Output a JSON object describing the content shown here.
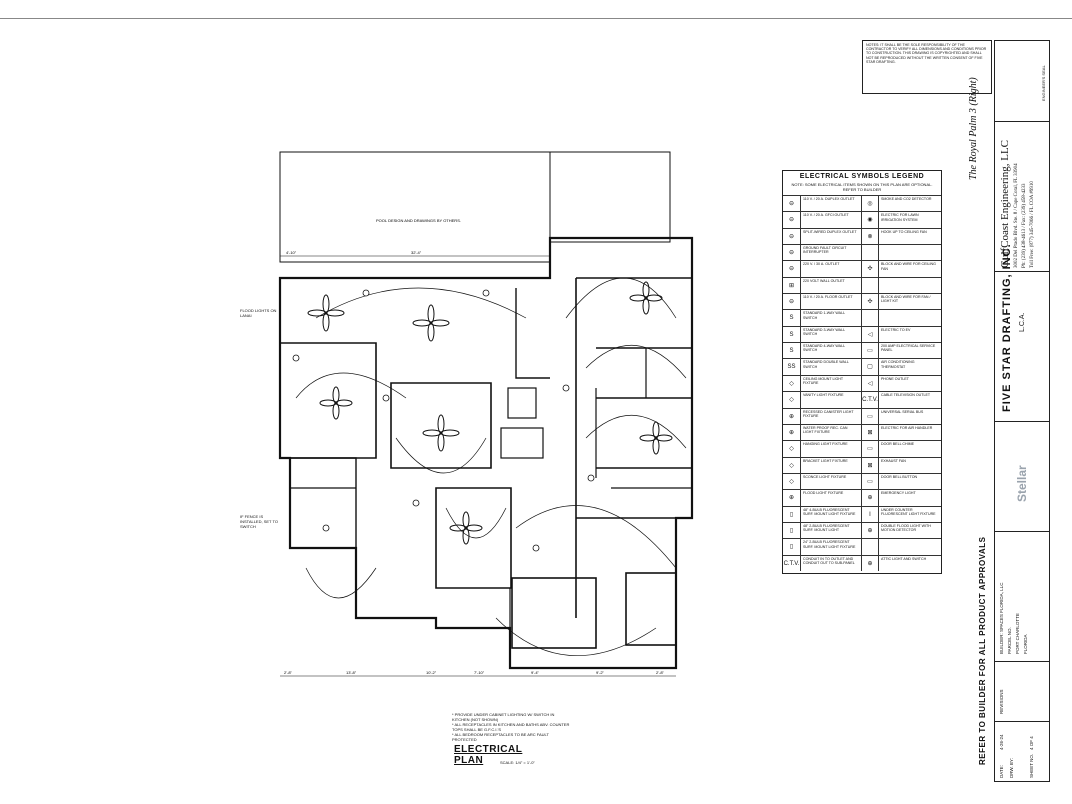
{
  "plan": {
    "title": "ELECTRICAL PLAN",
    "scale": "SCALE: 1/4\" = 1'-0\"",
    "notes": [
      "* PROVIDE UNDER CABINET LIGHTING W/ SWITCH IN KITCHEN (NOT SHOWN)",
      "* ALL RECEPTACLES IN KITCHEN AND BATHS ABV. COUNTER TOPS SHALL BE G.F.C.I.'S",
      "* ALL BEDROOM RECEPTACLES TO BE ARC FAULT PROTECTED"
    ],
    "pool_note": "POOL DESIGN AND DRAWINGS BY OTHERS.",
    "dims_top": [
      "4'-10\"",
      "32'-4\""
    ],
    "dims_bottom": [
      "2'-8\"",
      "13'-8\"",
      "10'-2\"",
      "7'-10\"",
      "9'-4\"",
      "9'-2\"",
      "2'-8\""
    ],
    "left_notes": [
      "FLOOD LIGHTS ON LANAI",
      "IF FENCE IS INSTALLED, SET TO SWITCH"
    ]
  },
  "legend": {
    "title": "ELECTRICAL SYMBOLS LEGEND",
    "note": "NOTE: SOME ELECTRICAL ITEMS SHOWN ON THIS PLAN ARE OPTIONAL. REFER TO BUILDER",
    "rows": [
      {
        "s1": "⊖",
        "t1": "110 V. / 20 A. DUPLEX OUTLET",
        "s2": "◎",
        "t2": "SMOKE AND CO2 DETECTOR"
      },
      {
        "s1": "⊖",
        "t1": "110 V. / 20 A. GFCI OUTLET",
        "s2": "◉",
        "t2": "ELECTRIC FOR LAWN IRRIGATION SYSTEM"
      },
      {
        "s1": "⊖",
        "t1": "SPLIT-WIRED DUPLEX OUTLET",
        "s2": "⊗",
        "t2": "HOOK UP TO CEILING FAN"
      },
      {
        "s1": "⊖",
        "t1": "GROUND FAULT CIRCUIT INTERRUPTER",
        "s2": "",
        "t2": ""
      },
      {
        "s1": "⊖",
        "t1": "220 V. / 30 A. OUTLET",
        "s2": "✣",
        "t2": "BLOCK AND WIRE FOR CEILING FAN"
      },
      {
        "s1": "⊞",
        "t1": "220 VOLT WALL OUTLET",
        "s2": "",
        "t2": ""
      },
      {
        "s1": "⊖",
        "t1": "110 V. / 20 A. FLOOR OUTLET",
        "s2": "✣",
        "t2": "BLOCK AND WIRE FOR FAN / LIGHT KIT"
      },
      {
        "s1": "S",
        "t1": "STANDARD 1-WAY WALL SWITCH",
        "s2": "",
        "t2": ""
      },
      {
        "s1": "S",
        "t1": "STANDARD 3-WAY WALL SWITCH",
        "s2": "◁",
        "t2": "ELECTRIC TO EV"
      },
      {
        "s1": "S",
        "t1": "STANDARD 4-WAY WALL SWITCH",
        "s2": "▭",
        "t2": "200 AMP ELECTRICAL SERVICE PANEL"
      },
      {
        "s1": "SS",
        "t1": "STANDARD DOUBLE WALL SWITCH",
        "s2": "▢",
        "t2": "AIR CONDITIONING THERMOSTAT"
      },
      {
        "s1": "◇",
        "t1": "CEILING MOUNT LIGHT FIXTURE",
        "s2": "◁",
        "t2": "PHONE OUTLET"
      },
      {
        "s1": "◇",
        "t1": "VANITY LIGHT FIXTURE",
        "s2": "C.T.V.",
        "t2": "CABLE TELEVISION OUTLET"
      },
      {
        "s1": "⊕",
        "t1": "RECESSED CANISTER LIGHT FIXTURE",
        "s2": "▭",
        "t2": "UNIVERSAL SERIAL BUS"
      },
      {
        "s1": "⊕",
        "t1": "WATER PROOF REC. CAN LIGHT FIXTURE",
        "s2": "⊠",
        "t2": "ELECTRIC FOR AIR HANDLER"
      },
      {
        "s1": "◇",
        "t1": "HANGING LIGHT FIXTURE",
        "s2": "▭",
        "t2": "DOOR BELL CHIME"
      },
      {
        "s1": "◇",
        "t1": "BRACKET LIGHT FIXTURE",
        "s2": "⊠",
        "t2": "EXHAUST FAN"
      },
      {
        "s1": "◇",
        "t1": "SCONCE LIGHT FIXTURE",
        "s2": "▭",
        "t2": "DOOR BELL BUTTON"
      },
      {
        "s1": "⊕",
        "t1": "FLOOD LIGHT FIXTURE",
        "s2": "⊕",
        "t2": "EMERGENCY LIGHT"
      },
      {
        "s1": "▯",
        "t1": "48\" 4-BULB FLUORESCENT SURF. MOUNT LIGHT FIXTURE",
        "s2": "I",
        "t2": "UNDER COUNTER FLUORESCENT LIGHT FIXTURE"
      },
      {
        "s1": "▯",
        "t1": "48\" 2-BULB FLUORESCENT SURF. MOUNT LIGHT",
        "s2": "⊕",
        "t2": "DOUBLE FLOOD LIGHT WITH MOTION DETECTOR"
      },
      {
        "s1": "▯",
        "t1": "24\" 2-BULB FLUORESCENT SURF. MOUNT LIGHT FIXTURE",
        "s2": "",
        "t2": ""
      },
      {
        "s1": "C.T.V.",
        "t1": "CONDUIT IN TO OUTLET AND CONDUIT OUT TO SUB-PANEL",
        "s2": "⊕",
        "t2": "ATTIC LIGHT AND SWITCH"
      }
    ]
  },
  "notes_box": "NOTES: IT SHALL BE THE SOLE RESPONSIBILITY OF THE CONTRACTOR TO VERIFY ALL DIMENSIONS AND CONDITIONS PRIOR TO CONSTRUCTION. THIS DRAWING IS COPYRIGHTED AND SHALL NOT BE REPRODUCED WITHOUT THE WRITTEN CONSENT OF FIVE STAR DRAFTING.",
  "titleblock": {
    "engineer_seal": "ENGINEER'S SEAL",
    "project": "The Royal Palm 3 (Right)",
    "firm": "GulfCoast Engineering, LLC",
    "firm_addr": "3002 Del Prado Blvd. Ste. 8 / Cape Coral, FL 33904",
    "firm_contact": "Ph: (239) 438-4613 / Fax: (239) 458-4233",
    "firm_cert": "Toll Free: (877) 345-7066 / FL COA #9910",
    "drafting": "FIVE STAR DRAFTING, INC.",
    "drafting_sub": "L.C.A.",
    "refer": "REFER TO BUILDER FOR ALL PRODUCT APPROVALS",
    "owner": "BUILDER: SPACES FLORIDA, LLC",
    "parcel": "PARCEL NO.",
    "city": "PORT CHARLOTTE",
    "state": "FLORIDA",
    "revisions": "REVISIONS",
    "date_label": "DATE:",
    "date": "4-26-24",
    "drwn_label": "DRW. BY:",
    "sheet_label": "SHEET NO.",
    "sheet": "4 OF 4"
  },
  "watermark": "Stellar"
}
